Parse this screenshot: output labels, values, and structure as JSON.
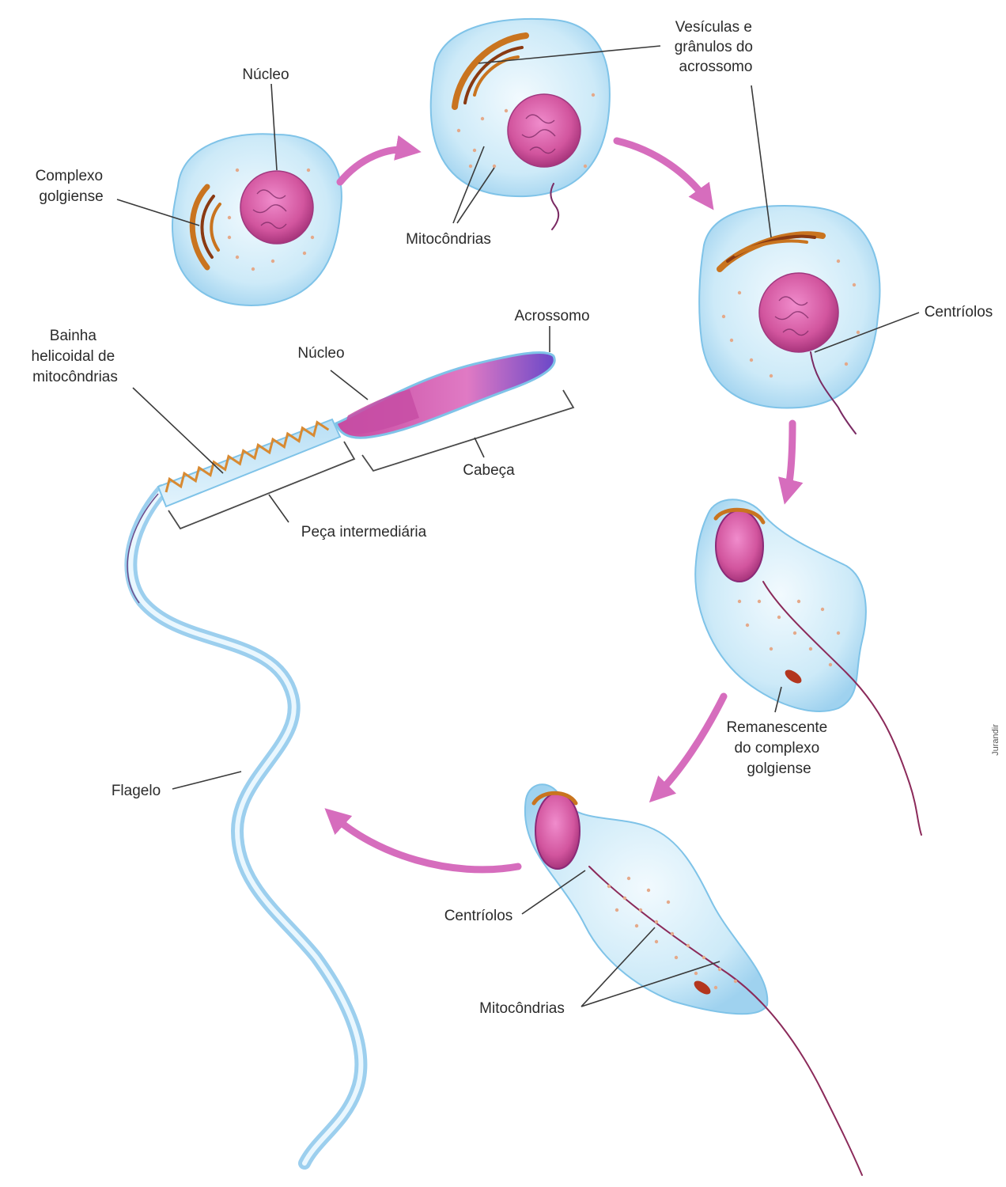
{
  "labels": {
    "nucleo_top": "Núcleo",
    "complexo_golgiense": [
      "Complexo",
      "golgiense"
    ],
    "vesiculas": [
      "Vesículas e",
      "grânulos do",
      "acrossomo"
    ],
    "mitocondrias_top": "Mitocôndrias",
    "centriolos_right": "Centríolos",
    "acrossomo": "Acrossomo",
    "nucleo_sperm": "Núcleo",
    "bainha": [
      "Bainha",
      "helicoidal de",
      "mitocôndrias"
    ],
    "cabeca": "Cabeça",
    "peca_intermediaria": "Peça intermediária",
    "remanescente": [
      "Remanescente",
      "do complexo",
      "golgiense"
    ],
    "flagelo": "Flagelo",
    "centriolos_bottom": "Centríolos",
    "mitocondrias_bottom": "Mitocôndrias",
    "credit": "Jurandir"
  },
  "colors": {
    "cell_fill": "#cdeaf8",
    "cell_edge": "#7fc3e8",
    "nucleus": "#d2559e",
    "golgi": "#c9741f",
    "arrow": "#d66dbd",
    "mitochondria_dots": "#e4a98a"
  }
}
